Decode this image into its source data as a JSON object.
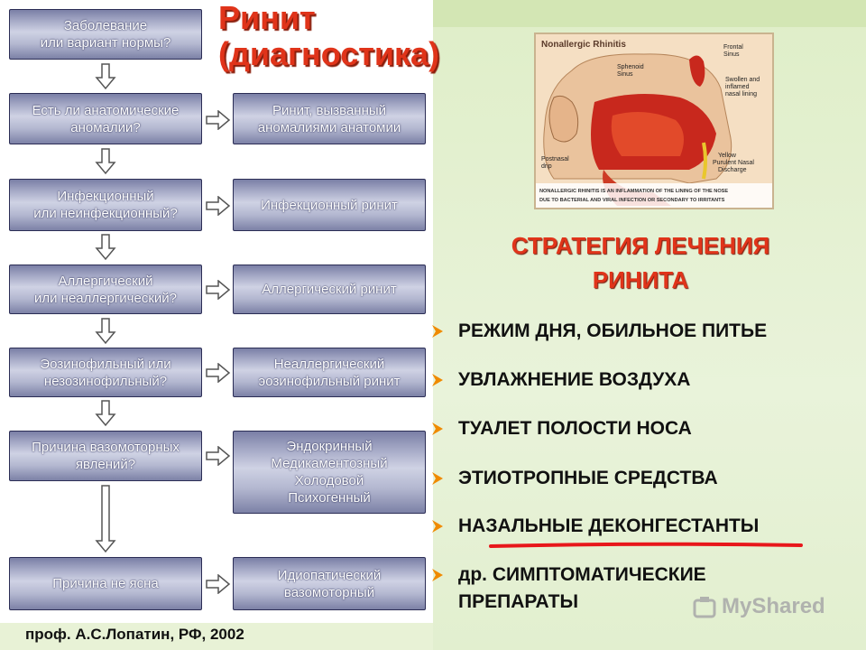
{
  "title": {
    "line1": "Ринит",
    "line2": "(диагностика)"
  },
  "flowchart": {
    "questions": [
      {
        "lines": [
          "Заболевание",
          "или вариант нормы?"
        ]
      },
      {
        "lines": [
          "Есть ли анатомические",
          "аномалии?"
        ]
      },
      {
        "lines": [
          "Инфекционный",
          "или неинфекционный?"
        ]
      },
      {
        "lines": [
          "Аллергический",
          "или неаллергический?"
        ]
      },
      {
        "lines": [
          "Эозинофильный или",
          "незозинофильный?"
        ]
      },
      {
        "lines": [
          "Причина вазомоторных",
          "явлений?"
        ]
      },
      {
        "lines": [
          "Причина не ясна"
        ]
      }
    ],
    "outcomes": [
      {
        "lines": [
          "Ринит, вызванный",
          "аномалиями анатомии"
        ]
      },
      {
        "lines": [
          "Инфекционный ринит"
        ]
      },
      {
        "lines": [
          "Аллергический ринит"
        ]
      },
      {
        "lines": [
          "Неаллергический",
          "эозинофильный ринит"
        ]
      },
      {
        "lines": [
          "Эндокринный",
          "Медикаментозный",
          "Холодовой",
          "Психогенный"
        ]
      },
      {
        "lines": [
          "Идиопатический",
          "вазомоторный"
        ]
      }
    ]
  },
  "illustration": {
    "title": "Nonallergic Rhinitis",
    "labels": {
      "frontal": [
        "Frontal",
        "Sinus"
      ],
      "sphenoid": [
        "Sphenoid",
        "Sinus"
      ],
      "swollen": [
        "Swollen and",
        "inflamed",
        "nasal lining"
      ],
      "yellow": [
        "Yellow",
        "Purulent Nasal",
        "Discharge"
      ],
      "postnasal": [
        "Postnasal",
        "drip"
      ]
    },
    "caption": [
      "NONALLERGIC RHINITIS IS AN INFLAMMATION OF THE LINING OF THE NOSE",
      "DUE TO BACTERIAL AND VIRAL INFECTION OR SECONDARY TO IRRITANTS"
    ]
  },
  "strategy": {
    "heading": [
      "СТРАТЕГИЯ ЛЕЧЕНИЯ",
      "РИНИТА"
    ],
    "items": [
      {
        "lines": [
          "РЕЖИМ ДНЯ, ОБИЛЬНОЕ ПИТЬЕ"
        ]
      },
      {
        "lines": [
          "УВЛАЖНЕНИЕ ВОЗДУХА"
        ]
      },
      {
        "lines": [
          "ТУАЛЕТ ПОЛОСТИ НОСА"
        ]
      },
      {
        "lines": [
          "ЭТИОТРОПНЫЕ СРЕДСТВА"
        ]
      },
      {
        "lines": [
          "НАЗАЛЬНЫЕ ДЕКОНГЕСТАНТЫ"
        ]
      },
      {
        "lines": [
          "др. СИМПТОМАТИЧЕСКИЕ",
          "ПРЕПАРАТЫ"
        ]
      }
    ]
  },
  "footer": "проф. А.С.Лопатин, РФ, 2002",
  "watermark": "MyShared",
  "colors": {
    "title_red": "#e0341a",
    "box_border": "#2b2d55",
    "bullet_orange": "#f08a00",
    "underline_red": "#e8171b",
    "right_bg": "#e8f2d6"
  },
  "icons": {
    "down_arrow": "hollow-down-arrow",
    "right_arrow": "hollow-right-arrow",
    "bullet": "orange-chevron-bullet"
  }
}
